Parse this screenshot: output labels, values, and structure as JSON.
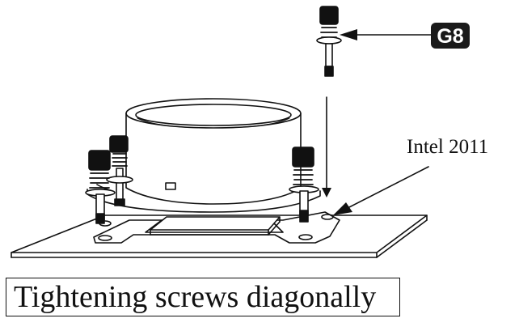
{
  "callouts": {
    "part_code": "G8",
    "socket_label": "Intel 2011"
  },
  "caption": "Tightening screws diagonally",
  "colors": {
    "ink": "#111111",
    "badge": "#1a1a1a",
    "paper": "#ffffff"
  }
}
